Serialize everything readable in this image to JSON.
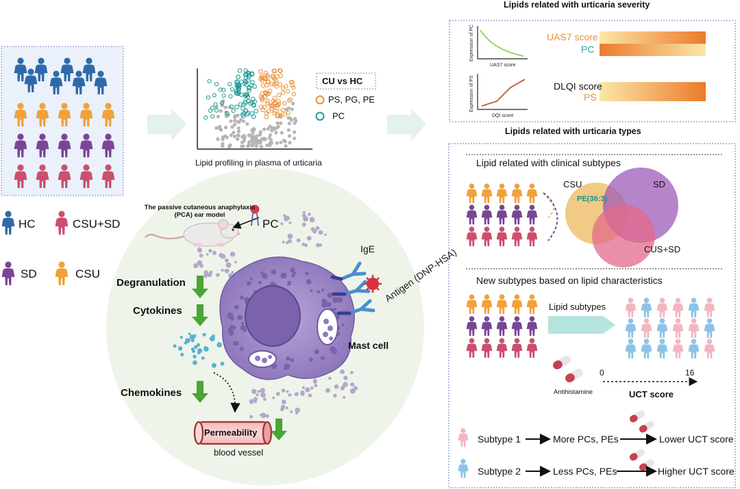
{
  "legend": {
    "hc": "HC",
    "csu_sd": "CSU+SD",
    "sd": "SD",
    "csu": "CSU"
  },
  "colors": {
    "hc": "#2f6aa8",
    "csu": "#f0a23a",
    "sd": "#7a4596",
    "csu_sd": "#cc4f6f",
    "teal": "#28a7a0",
    "orange": "#e8913a",
    "green": "#4aa534",
    "subtype1": "#f2b6c0",
    "subtype2": "#8cc3e6"
  },
  "volcano": {
    "comparison": "CU vs HC",
    "up_label": "PS, PG, PE",
    "down_label": "PC",
    "caption": "Lipid profiling in plasma  of urticaria"
  },
  "pca": {
    "model_label": "The passive cutaneous anaphylaxis (PCA) ear model",
    "pc_label": "PC",
    "ige": "IgE",
    "antigen": "Antigen (DNP-HSA)",
    "mast_cell": "Mast cell",
    "degranulation": "Degranulation",
    "cytokines": "Cytokines",
    "chemokines": "Chemokines",
    "permeability": "Permeability",
    "blood_vessel": "blood vessel"
  },
  "severity": {
    "title": "Lipids related with urticaria severity",
    "plot1_ylabel": "Expression of PC",
    "plot1_xlabel": "UAS7 score",
    "plot2_ylabel": "Expression of PS",
    "plot2_xlabel": "DQI score",
    "uas7_label": "UAS7 score",
    "pc_label": "PC",
    "dlqi_label": "DLQI score",
    "ps_label": "PS"
  },
  "types": {
    "title": "Lipids related with urticaria types",
    "clinical_title": "Lipid related with clinical subtypes",
    "venn_csu": "CSU",
    "venn_sd": "SD",
    "venn_csusd": "CUS+SD",
    "venn_pe": "PE(36:3)",
    "new_title": "New subtypes based on lipid characteristics",
    "lipid_subtypes": "Lipid subtypes",
    "antihistamine": "Antihistamine",
    "uct_min": "0",
    "uct_max": "16",
    "uct_label": "UCT score",
    "subtype1": "Subtype 1",
    "subtype1_lipids": "More PCs, PEs",
    "subtype1_outcome": "Lower UCT score",
    "subtype2": "Subtype 2",
    "subtype2_lipids": "Less PCs, PEs",
    "subtype2_outcome": "Higher UCT score"
  }
}
